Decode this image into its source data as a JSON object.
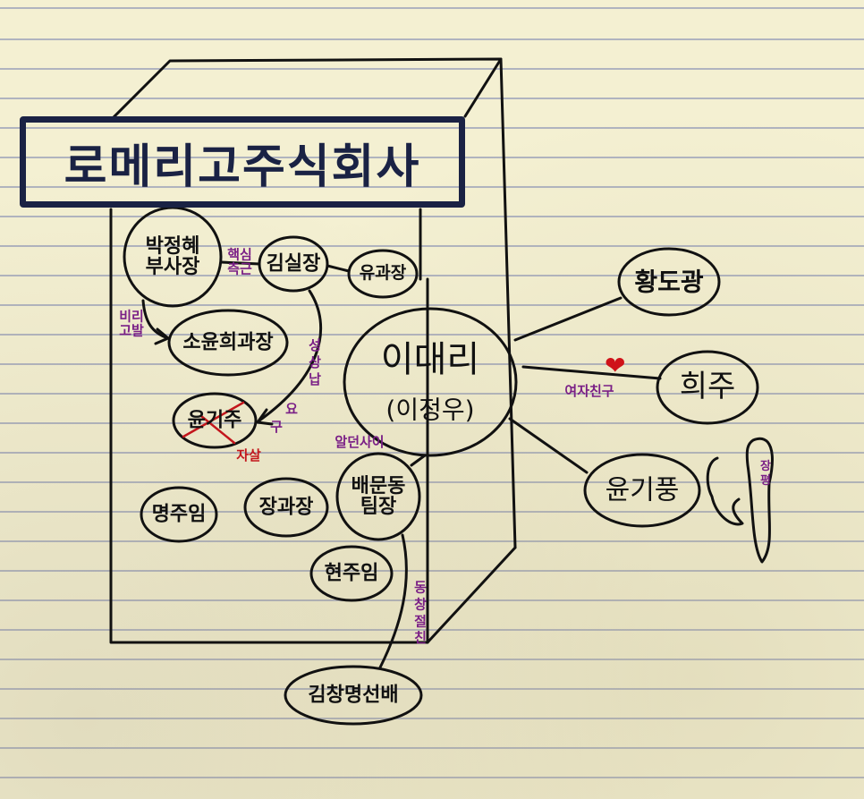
{
  "title": "로메리고주식회사",
  "nodes": {
    "park": "박정혜\n부사장",
    "kim_sil": "김실장",
    "yu": "유과장",
    "so": "소윤희과장",
    "yun_gyeju": "윤기주",
    "myeong": "명주임",
    "jang": "장과장",
    "bae": "배문동\n팀장",
    "hyeon": "현주임",
    "kim_chang": "김창명선배",
    "lee": "이대리",
    "lee_sub": "(이정우)",
    "hwang": "황도광",
    "hee": "희주",
    "yun_gipung": "윤기풍"
  },
  "notes": {
    "core_aide": "핵심\n측근",
    "corruption_report": "비리\n고발",
    "sexual_bribery": "성상납",
    "suicide": "자살",
    "alt_deoksinae": "알던사이",
    "classmate_friend": "동창절친",
    "girlfriend": "여자친구",
    "jangpyeong": "장평",
    "yo": "요",
    "gu": "구"
  },
  "colors": {
    "ink": "#111111",
    "title_ink": "#1a2244",
    "note_purple": "#7a1f86",
    "note_red": "#c3161c",
    "heart": "#cf1219"
  },
  "icons": [
    "heart-icon"
  ]
}
